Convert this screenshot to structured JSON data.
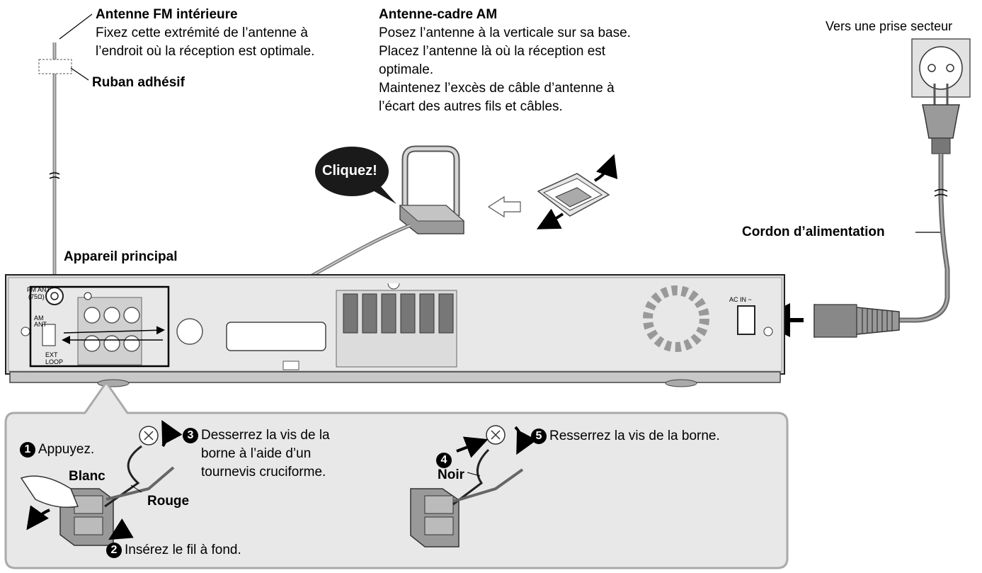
{
  "fm": {
    "title": "Antenne FM intérieure",
    "line1": "Fixez cette extrémité de l’antenne à",
    "line2": "l’endroit où la réception est optimale.",
    "tape": "Ruban adhésif"
  },
  "am": {
    "title": "Antenne-cadre AM",
    "lines": [
      "Posez l’antenne à la verticale sur sa base.",
      "Placez l’antenne là où la réception est",
      "optimale.",
      "Maintenez l’excès de câble d’antenne à",
      "l’écart des autres fils et câbles."
    ],
    "click": "Cliquez!"
  },
  "power": {
    "outlet": "Vers une prise secteur",
    "cord": "Cordon d’alimentation"
  },
  "unit": {
    "title": "Appareil principal",
    "fm_ant": "FM ANT",
    "fm_ohm": "(75Ω)",
    "am_ant1": "AM",
    "am_ant2": "ANT",
    "ext": "EXT",
    "loop": "LOOP",
    "ac_in": "AC IN ~"
  },
  "steps": {
    "s1_num": "1",
    "s1": "Appuyez.",
    "s2_num": "2",
    "s2": "Insérez le fil à fond.",
    "s3_num": "3",
    "s3_line1": "Desserrez la vis de la",
    "s3_line2": "borne à l’aide d’un",
    "s3_line3": "tournevis cruciforme.",
    "s4_num": "4",
    "s5_num": "5",
    "s5": "Resserrez la vis de la borne.",
    "white": "Blanc",
    "red": "Rouge",
    "black": "Noir"
  }
}
